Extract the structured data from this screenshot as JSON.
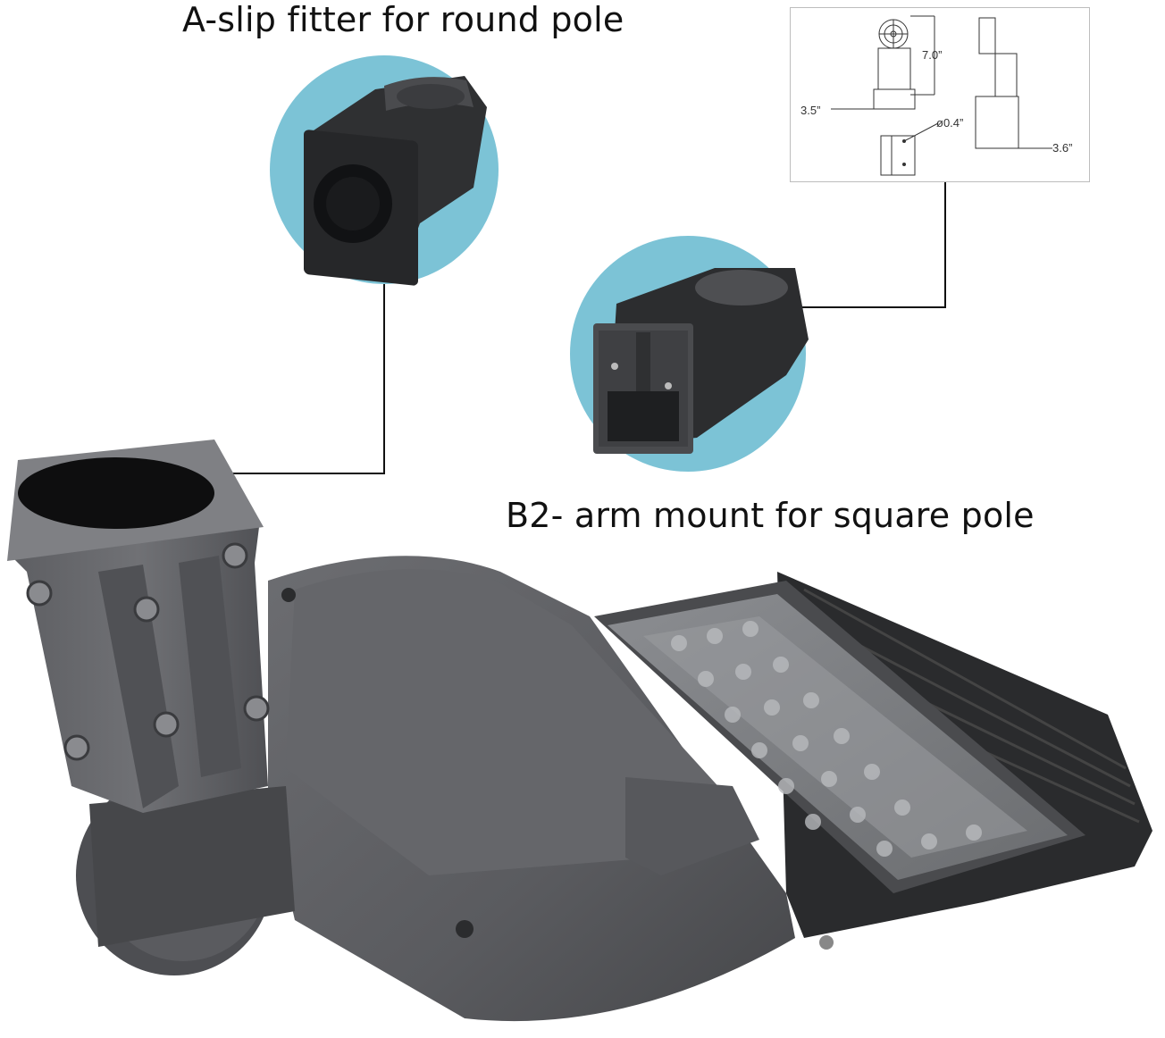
{
  "labels": {
    "a_slip": "A-slip fitter for round pole",
    "b2_arm": "B2- arm mount for square pole"
  },
  "drawing": {
    "dim_height": "7.0”",
    "dim_width": "3.5”",
    "dim_hole": "ø0.4”",
    "dim_side": "3.6”"
  },
  "colors": {
    "circle_bg": "#7cc3d6",
    "housing": "#5e5f63",
    "housing_dark": "#3c3d40",
    "fitter_dark": "#2d2e30",
    "leader_line": "#111111"
  }
}
